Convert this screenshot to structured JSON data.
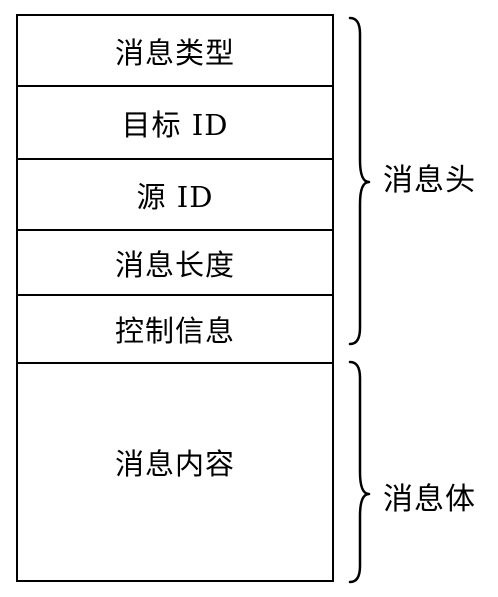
{
  "message_fields": [
    {
      "label": "消息类型"
    },
    {
      "label": "目标 ID"
    },
    {
      "label": "源 ID"
    },
    {
      "label": "消息长度"
    },
    {
      "label": "控制信息"
    },
    {
      "label": "消息内容"
    }
  ],
  "groups": {
    "header_label": "消息头",
    "body_label": "消息体"
  }
}
